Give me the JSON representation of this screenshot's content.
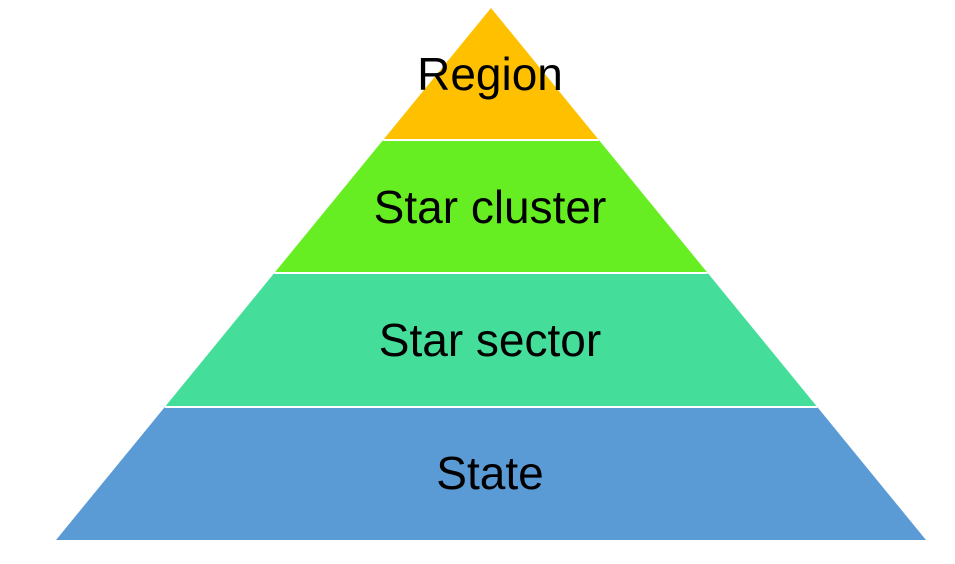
{
  "diagram": {
    "type": "pyramid",
    "tiers": [
      {
        "label": "Region",
        "color": "#FFC000"
      },
      {
        "label": "Star cluster",
        "color": "#66EE22"
      },
      {
        "label": "Star sector",
        "color": "#44DD99"
      },
      {
        "label": "State",
        "color": "#5B9BD5"
      }
    ],
    "divider_color": "#ffffff"
  }
}
